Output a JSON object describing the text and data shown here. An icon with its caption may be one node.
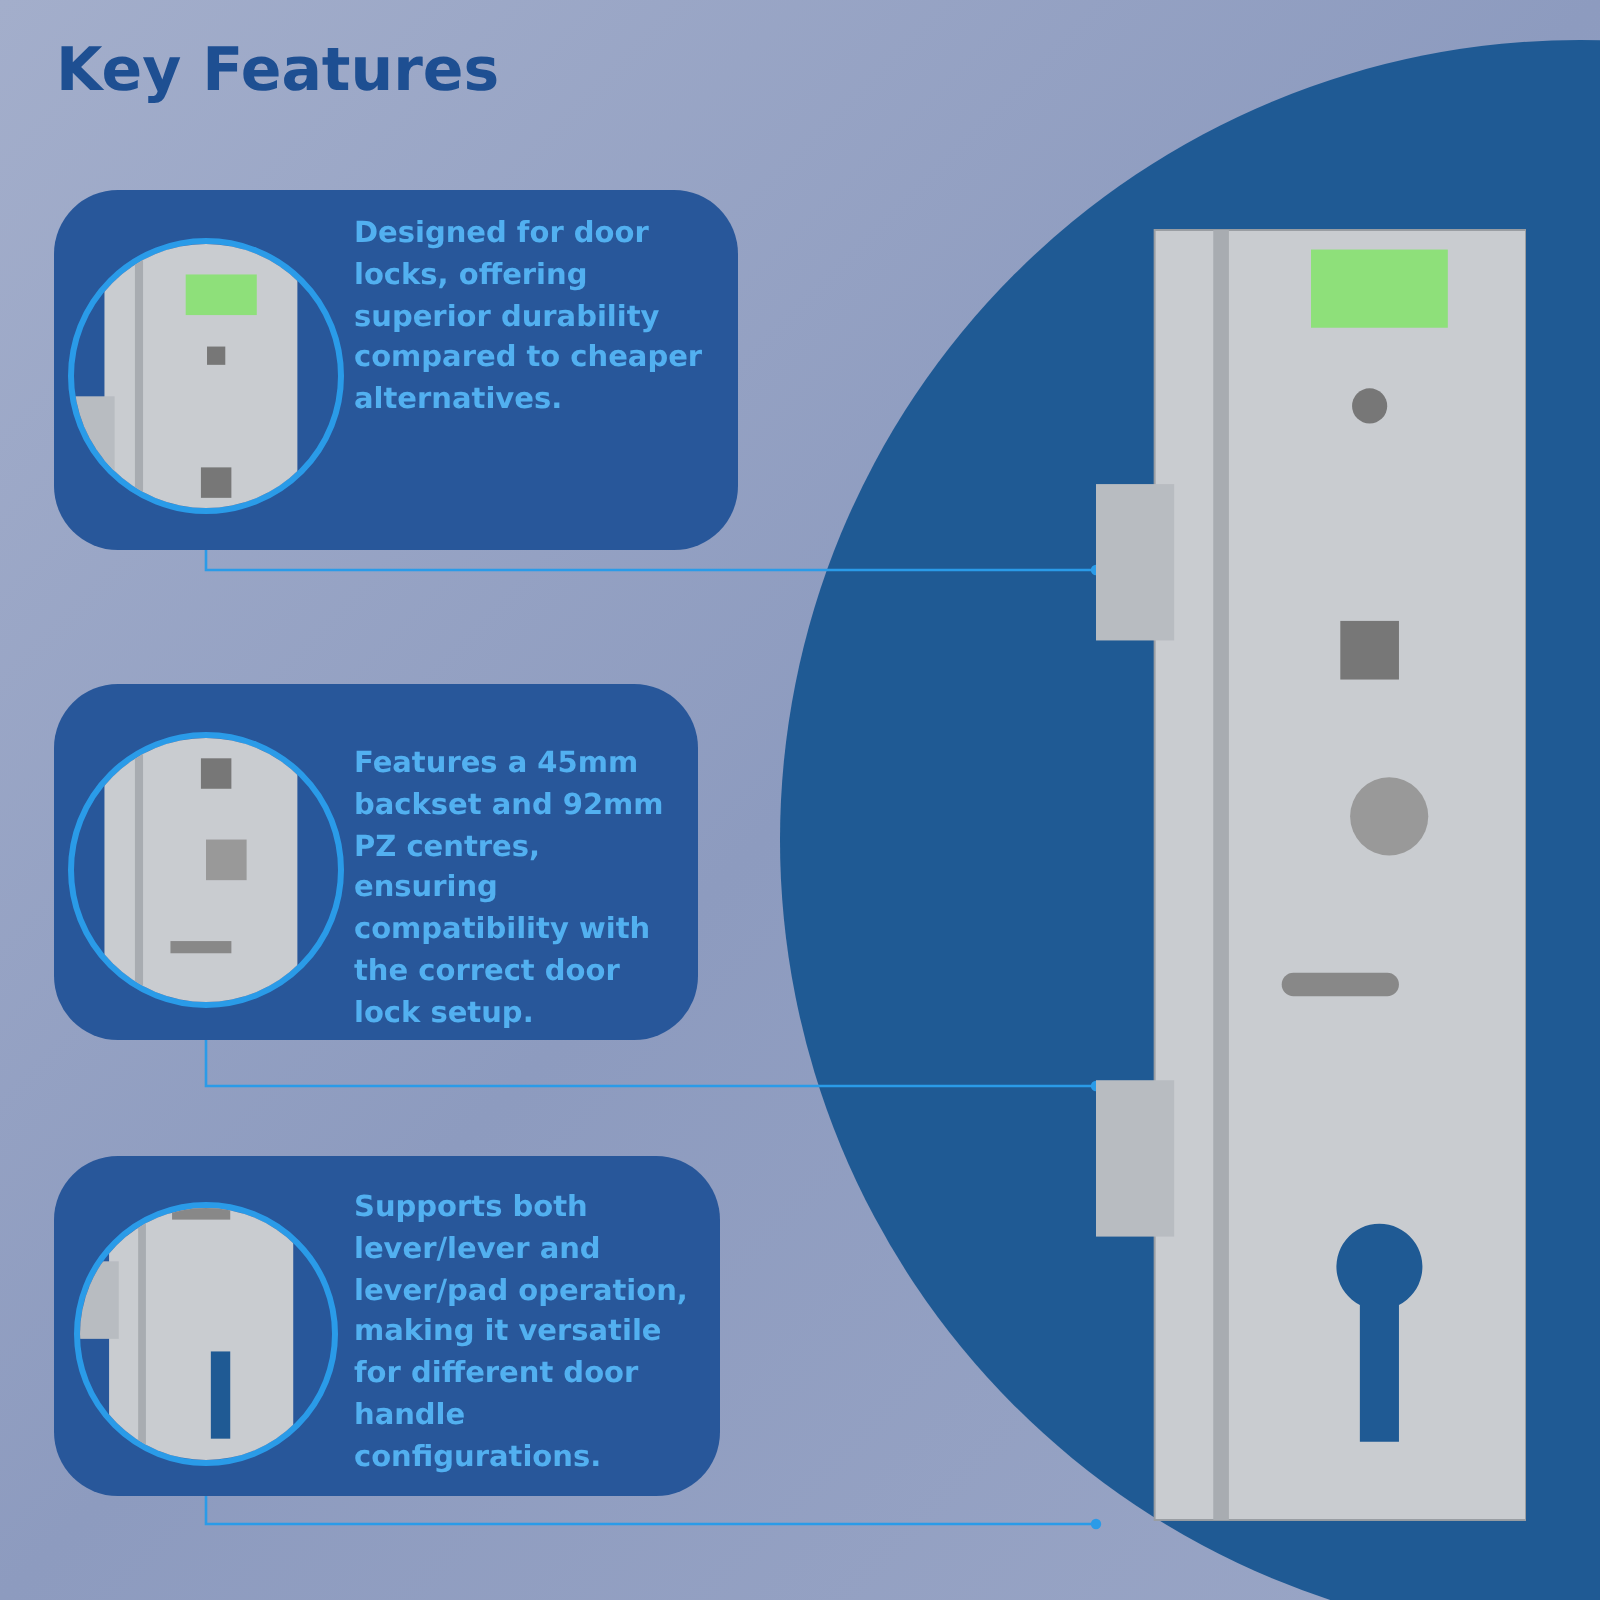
{
  "diagram": {
    "title": "Key Features",
    "nodes": [
      {
        "text": [
          "Designed for door locks, offering superior durability compared to cheaper alternatives."
        ]
      },
      {
        "text": [],
        "shape": "picture",
        "in": 0
      },
      {
        "text": [
          "Features a 45mm backset and 92mm PZ centres, ensuring compatibility with the correct door lock setup."
        ]
      },
      {
        "text": [],
        "shape": "picture",
        "in": 2
      },
      {
        "text": [
          "Supports both lever/lever and lever/pad operation, making it versatile for different door handle configurations."
        ]
      },
      {
        "text": [],
        "shape": "picture",
        "in": 4
      },
      {
        "text": [],
        "shape": "picture"
      }
    ],
    "edges": [
      {
        "from": 1,
        "to": 6,
        "arrow": "other"
      },
      {
        "from": 3,
        "to": 6,
        "arrow": "other"
      },
      {
        "from": 5,
        "to": 6,
        "arrow": "other"
      }
    ]
  }
}
